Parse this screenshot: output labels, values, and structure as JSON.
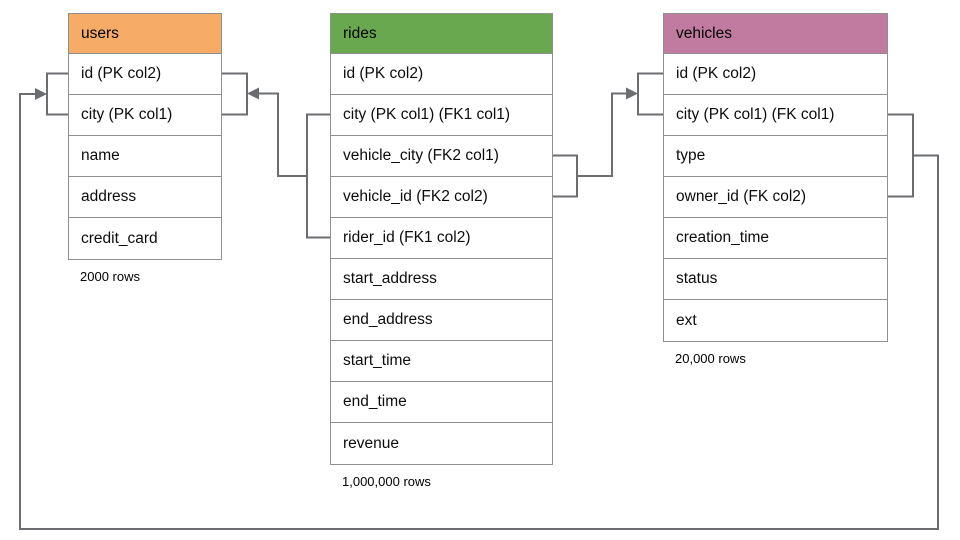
{
  "diagram": {
    "connector_color": "#6b6d70",
    "tables": [
      {
        "name": "users",
        "header_color": "#f6ac67",
        "rows": [
          "id (PK col2)",
          "city (PK col1)",
          "name",
          "address",
          "credit_card"
        ],
        "row_count_label": "2000 rows"
      },
      {
        "name": "rides",
        "header_color": "#6aa84f",
        "rows": [
          "id (PK col2)",
          "city (PK col1) (FK1 col1)",
          "vehicle_city (FK2 col1)",
          "vehicle_id (FK2 col2)",
          "rider_id (FK1 col2)",
          "start_address",
          "end_address",
          "start_time",
          "end_time",
          "revenue"
        ],
        "row_count_label": "1,000,000 rows"
      },
      {
        "name": "vehicles",
        "header_color": "#c27ba0",
        "rows": [
          "id (PK col2)",
          "city (PK col1) (FK col1)",
          "type",
          "owner_id (FK col2)",
          "creation_time",
          "status",
          "ext"
        ],
        "row_count_label": "20,000 rows"
      }
    ]
  }
}
